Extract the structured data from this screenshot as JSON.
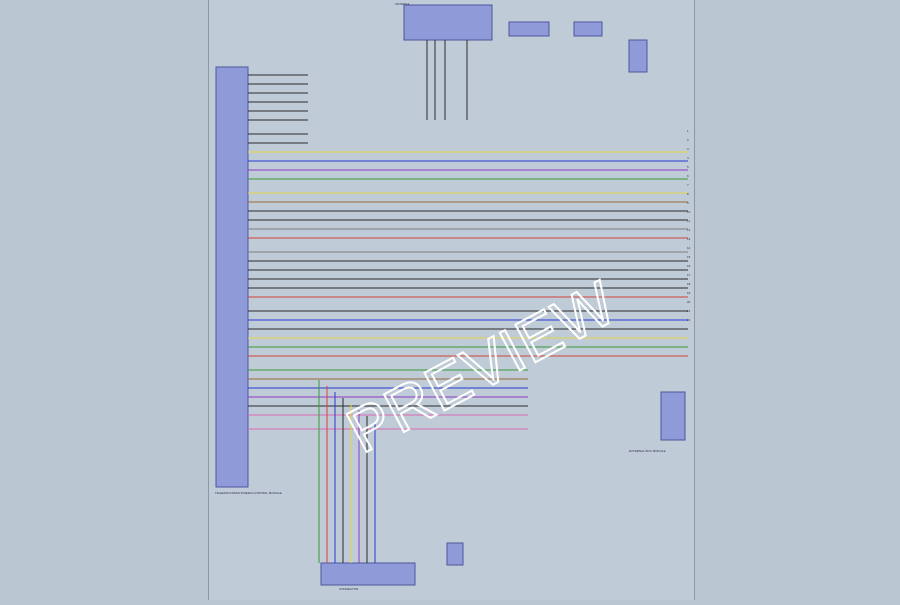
{
  "watermark": "PREVIEW",
  "colors": {
    "sheet": "#bfcbd6",
    "module": "#8f9ad8",
    "module_border": "#4c569c",
    "wire_black": "#2b2b2b",
    "wire_blue": "#2a3ad6",
    "wire_violet": "#8c3ac8",
    "wire_red": "#d2463c",
    "wire_yellow": "#e6d64a",
    "wire_green": "#3a9a3a",
    "wire_brown": "#9a6a3a",
    "wire_pink": "#d86ab4",
    "wire_grey": "#7c7c7c",
    "wire_white": "#f0f0f0",
    "watermark": "#ffffff"
  },
  "diagram": {
    "left_module_label": "TELEMATICS/MULTIMEDIA CONTROL MODULE",
    "top_module_label": "ANTENNA",
    "bottom_connector_label": "CONNECTOR",
    "side_connector_label": "EXTERNAL BOX MODULE",
    "right_side_pins": [
      "1",
      "2",
      "3",
      "4",
      "5",
      "6",
      "7",
      "8",
      "9",
      "10",
      "11",
      "12",
      "13",
      "14",
      "15",
      "16",
      "17",
      "18",
      "19",
      "20",
      "21",
      "22"
    ]
  }
}
